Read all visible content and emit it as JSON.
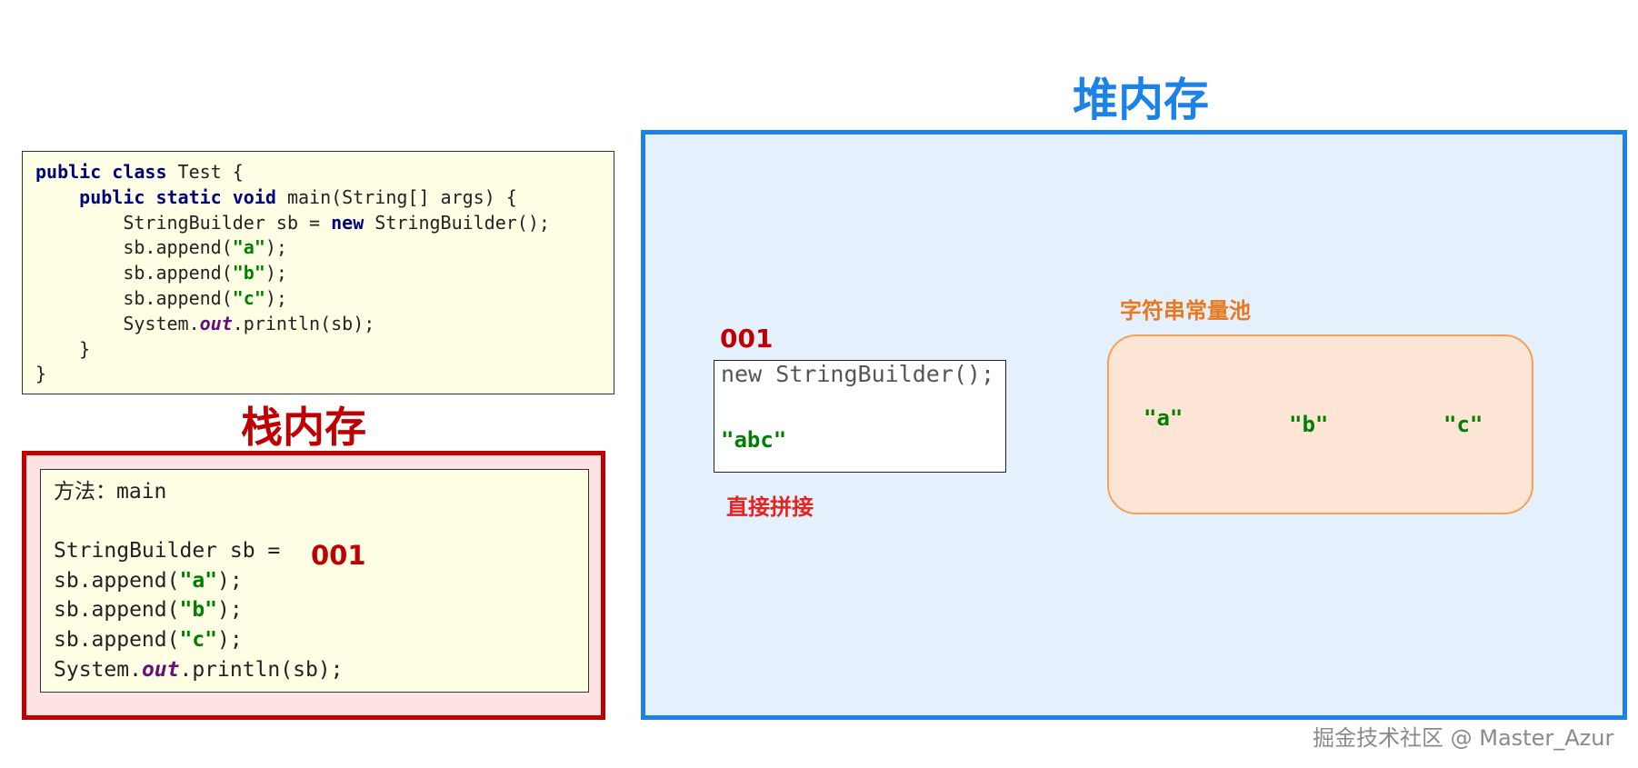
{
  "code": {
    "lines": [
      [
        {
          "t": "public class",
          "k": "kw"
        },
        {
          "t": " Test {",
          "k": "p"
        }
      ],
      [
        {
          "t": "    ",
          "k": "p"
        },
        {
          "t": "public static void",
          "k": "kw"
        },
        {
          "t": " main(String[] args) {",
          "k": "p"
        }
      ],
      [
        {
          "t": "        StringBuilder sb = ",
          "k": "p"
        },
        {
          "t": "new",
          "k": "kw"
        },
        {
          "t": " StringBuilder();",
          "k": "p"
        }
      ],
      [
        {
          "t": "        sb.append(",
          "k": "p"
        },
        {
          "t": "\"a\"",
          "k": "str"
        },
        {
          "t": ");",
          "k": "p"
        }
      ],
      [
        {
          "t": "        sb.append(",
          "k": "p"
        },
        {
          "t": "\"b\"",
          "k": "str"
        },
        {
          "t": ");",
          "k": "p"
        }
      ],
      [
        {
          "t": "        sb.append(",
          "k": "p"
        },
        {
          "t": "\"c\"",
          "k": "str"
        },
        {
          "t": ");",
          "k": "p"
        }
      ],
      [
        {
          "t": "        System.",
          "k": "p"
        },
        {
          "t": "out",
          "k": "fld"
        },
        {
          "t": ".println(sb);",
          "k": "p"
        }
      ],
      [
        {
          "t": "    }",
          "k": "p"
        }
      ],
      [
        {
          "t": "}",
          "k": "p"
        }
      ]
    ]
  },
  "stack": {
    "title": "栈内存",
    "address": "001",
    "lines": [
      [
        {
          "t": "方法：main",
          "k": "p"
        }
      ],
      [
        {
          "t": "",
          "k": "p"
        }
      ],
      [
        {
          "t": "StringBuilder sb =",
          "k": "p"
        }
      ],
      [
        {
          "t": "sb.append(",
          "k": "p"
        },
        {
          "t": "\"a\"",
          "k": "str"
        },
        {
          "t": ");",
          "k": "p"
        }
      ],
      [
        {
          "t": "sb.append(",
          "k": "p"
        },
        {
          "t": "\"b\"",
          "k": "str"
        },
        {
          "t": ");",
          "k": "p"
        }
      ],
      [
        {
          "t": "sb.append(",
          "k": "p"
        },
        {
          "t": "\"c\"",
          "k": "str"
        },
        {
          "t": ");",
          "k": "p"
        }
      ],
      [
        {
          "t": "System.",
          "k": "p"
        },
        {
          "t": "out",
          "k": "fld"
        },
        {
          "t": ".println(sb);",
          "k": "p"
        }
      ]
    ]
  },
  "heap": {
    "title": "堆内存",
    "object": {
      "address": "001",
      "label": "new StringBuilder();",
      "value": "\"abc\"",
      "note": "直接拼接"
    },
    "string_pool": {
      "title": "字符串常量池",
      "items": [
        "\"a\"",
        "\"b\"",
        "\"c\""
      ]
    }
  },
  "watermark": "掘金技术社区 @ Master_Azur",
  "colors": {
    "stack_accent": "#c00000",
    "heap_accent": "#1a82e8",
    "pool_accent": "#e9781f",
    "string_literal": "#008000",
    "keyword": "#000080",
    "static_field": "#660e7a"
  }
}
